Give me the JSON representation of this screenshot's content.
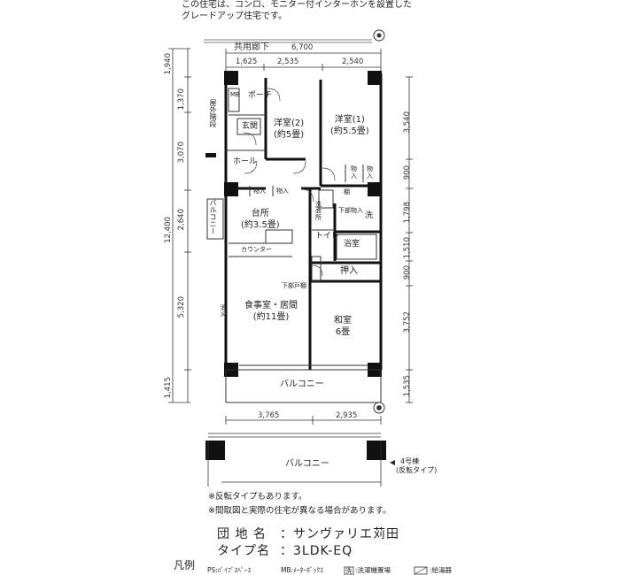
{
  "top_note": {
    "line1": "この住宅は、コンロ、モニター付インターホンを設置した",
    "line2": "グレードアップ住宅です。"
  },
  "corridor_label": "共用廊下",
  "dims_top": {
    "total": "6,700",
    "a": "1,625",
    "b": "2,535",
    "c": "2,540"
  },
  "dims_bottom": {
    "a": "3,765",
    "b": "2,935"
  },
  "dims_left": {
    "total": "12,400",
    "a": "1,940",
    "b": "1,370",
    "c": "3,070",
    "d": "2,640",
    "e": "5,320",
    "f": "1,415"
  },
  "dims_right": {
    "a": "3,540",
    "b": "900",
    "c": "1,798",
    "d": "1,510",
    "e": "900",
    "f": "3,752",
    "g": "1,535"
  },
  "rooms": {
    "mb": "MB",
    "porch": "ポーチ",
    "outside_stairs": "屋外階段",
    "entrance": "玄関",
    "hall": "ホール",
    "western2": "洋室(2)",
    "western2_size": "(約5畳)",
    "western1": "洋室(1)",
    "western1_size": "(約5.5畳)",
    "storage": "物入",
    "storage_v1": "物",
    "storage_v2": "入",
    "storage_v3": "物",
    "storage_v4": "入",
    "kitchen": "台所",
    "kitchen_size": "(約3.5畳)",
    "counter": "カウンター",
    "washroom": "洗面所",
    "lower_storage": "下部物入",
    "wash_mark": "洗",
    "toilet": "トイレ",
    "bath": "浴室",
    "closet": "押入",
    "lower_cabinet": "下部戸棚",
    "shelf": "棚",
    "storage_small": "物入",
    "living": "食事室・居間",
    "living_size": "(約11畳)",
    "japanese": "和室",
    "japanese_size": "6畳",
    "balcony_side": "バルコニー",
    "balcony": "バルコニー",
    "balcony2": "バルコニー",
    "hydrant": "消火",
    "building_note1": "4号棟",
    "building_note2": "(反転タイプ)"
  },
  "notes": {
    "n1": "※反転タイプもあります。",
    "n2": "※間取図と実際の住宅が異なる場合があります。"
  },
  "legend": {
    "site_label": "団 地 名",
    "site_value": "：サンヴァリエ苅田",
    "type_label": "タイプ名",
    "type_value": "：3LDK-ΕQ",
    "legend_title": "凡例",
    "ps": "PS:ﾊﾟｲﾌﾟｽﾍﾟｰｽ",
    "mb": "MB:ﾒｰﾀｰﾎﾞｯｸｽ",
    "washer_mark": "洗",
    "washer": ":洗濯機置場",
    "heater": ":給湯器"
  }
}
